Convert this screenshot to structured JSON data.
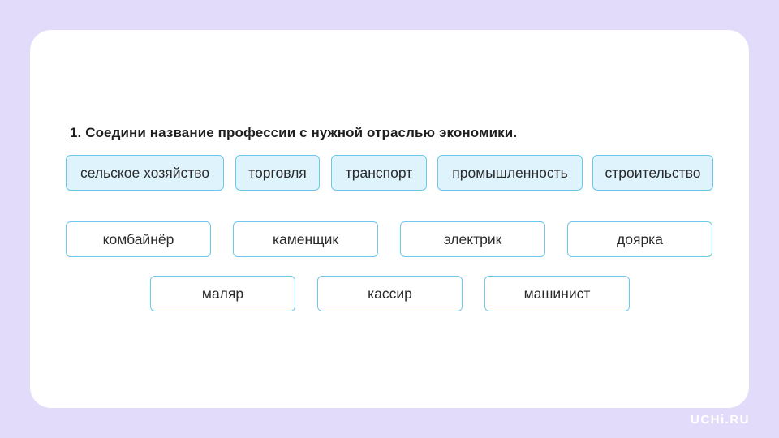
{
  "task": {
    "title": "1. Соедини название профессии с нужной отраслью экономики."
  },
  "sectors": [
    {
      "label": "сельское хозяйство"
    },
    {
      "label": "торговля"
    },
    {
      "label": "транспорт"
    },
    {
      "label": "промышленность"
    },
    {
      "label": "строительство"
    }
  ],
  "professions": [
    {
      "label": "комбайнёр"
    },
    {
      "label": "каменщик"
    },
    {
      "label": "электрик"
    },
    {
      "label": "доярка"
    },
    {
      "label": "маляр"
    },
    {
      "label": "кассир"
    },
    {
      "label": "машинист"
    }
  ],
  "brand": {
    "logo_text": "UCHi.RU"
  },
  "colors": {
    "page_background": "#e2dcfa",
    "card_background": "#ffffff",
    "chip_border": "#6cc7ea",
    "sector_fill": "#def3fc"
  }
}
